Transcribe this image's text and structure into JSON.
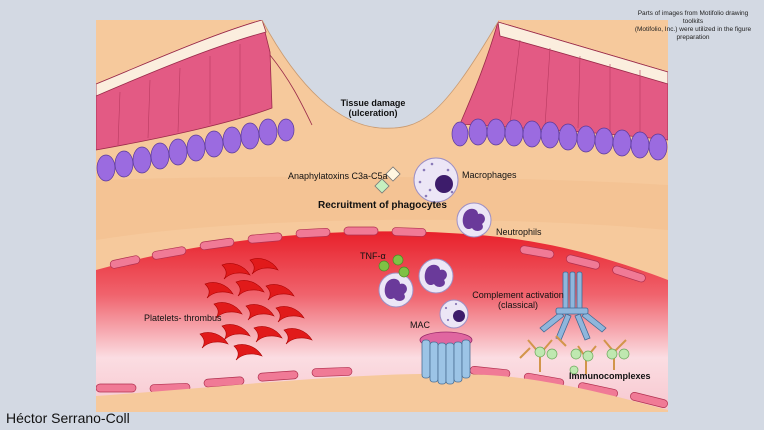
{
  "labels": {
    "tissue_damage_line1": "Tissue damage",
    "tissue_damage_line2": "(ulceration)",
    "anaphylatoxins": "Anaphylatoxins C3a-C5a",
    "macrophages": "Macrophages",
    "recruitment": "Recruitment of phagocytes",
    "neutrophils": "Neutrophils",
    "tnf": "TNF-α",
    "platelets": "Platelets- thrombus",
    "mac": "MAC",
    "complement_line1": "Complement activation",
    "complement_line2": "(classical)",
    "immunocomplexes": "Immunocomplexes"
  },
  "credit": {
    "line1": "Parts of images from Motifolio drawing toolkits",
    "line2": "(Motifolio, Inc.) were utilized in the figure",
    "line3": "preparation"
  },
  "author": "Héctor Serrano-Coll",
  "colors": {
    "background": "#d3d9e3",
    "tissue": "#f6c99c",
    "epidermis": "#e35a84",
    "basal_cells": "#9b6be0",
    "vessel": "#e8202a",
    "vessel_light": "#fbdde2",
    "platelet": "#e11a1a",
    "cell": "#e9e3f5",
    "nucleus": "#5a2b8c",
    "tnf": "#7fc145",
    "antibody": "#8fb6dc",
    "mac": "#9cc4e6",
    "immuno_yellow": "#f0b35a",
    "immuno_green": "#bfe8b0"
  },
  "icons": [
    "tissue-icon",
    "platelet-icon",
    "macrophage-icon",
    "neutrophil-icon",
    "tnf-icon",
    "mac-icon",
    "antibody-icon",
    "anaphylatoxin-icon"
  ]
}
